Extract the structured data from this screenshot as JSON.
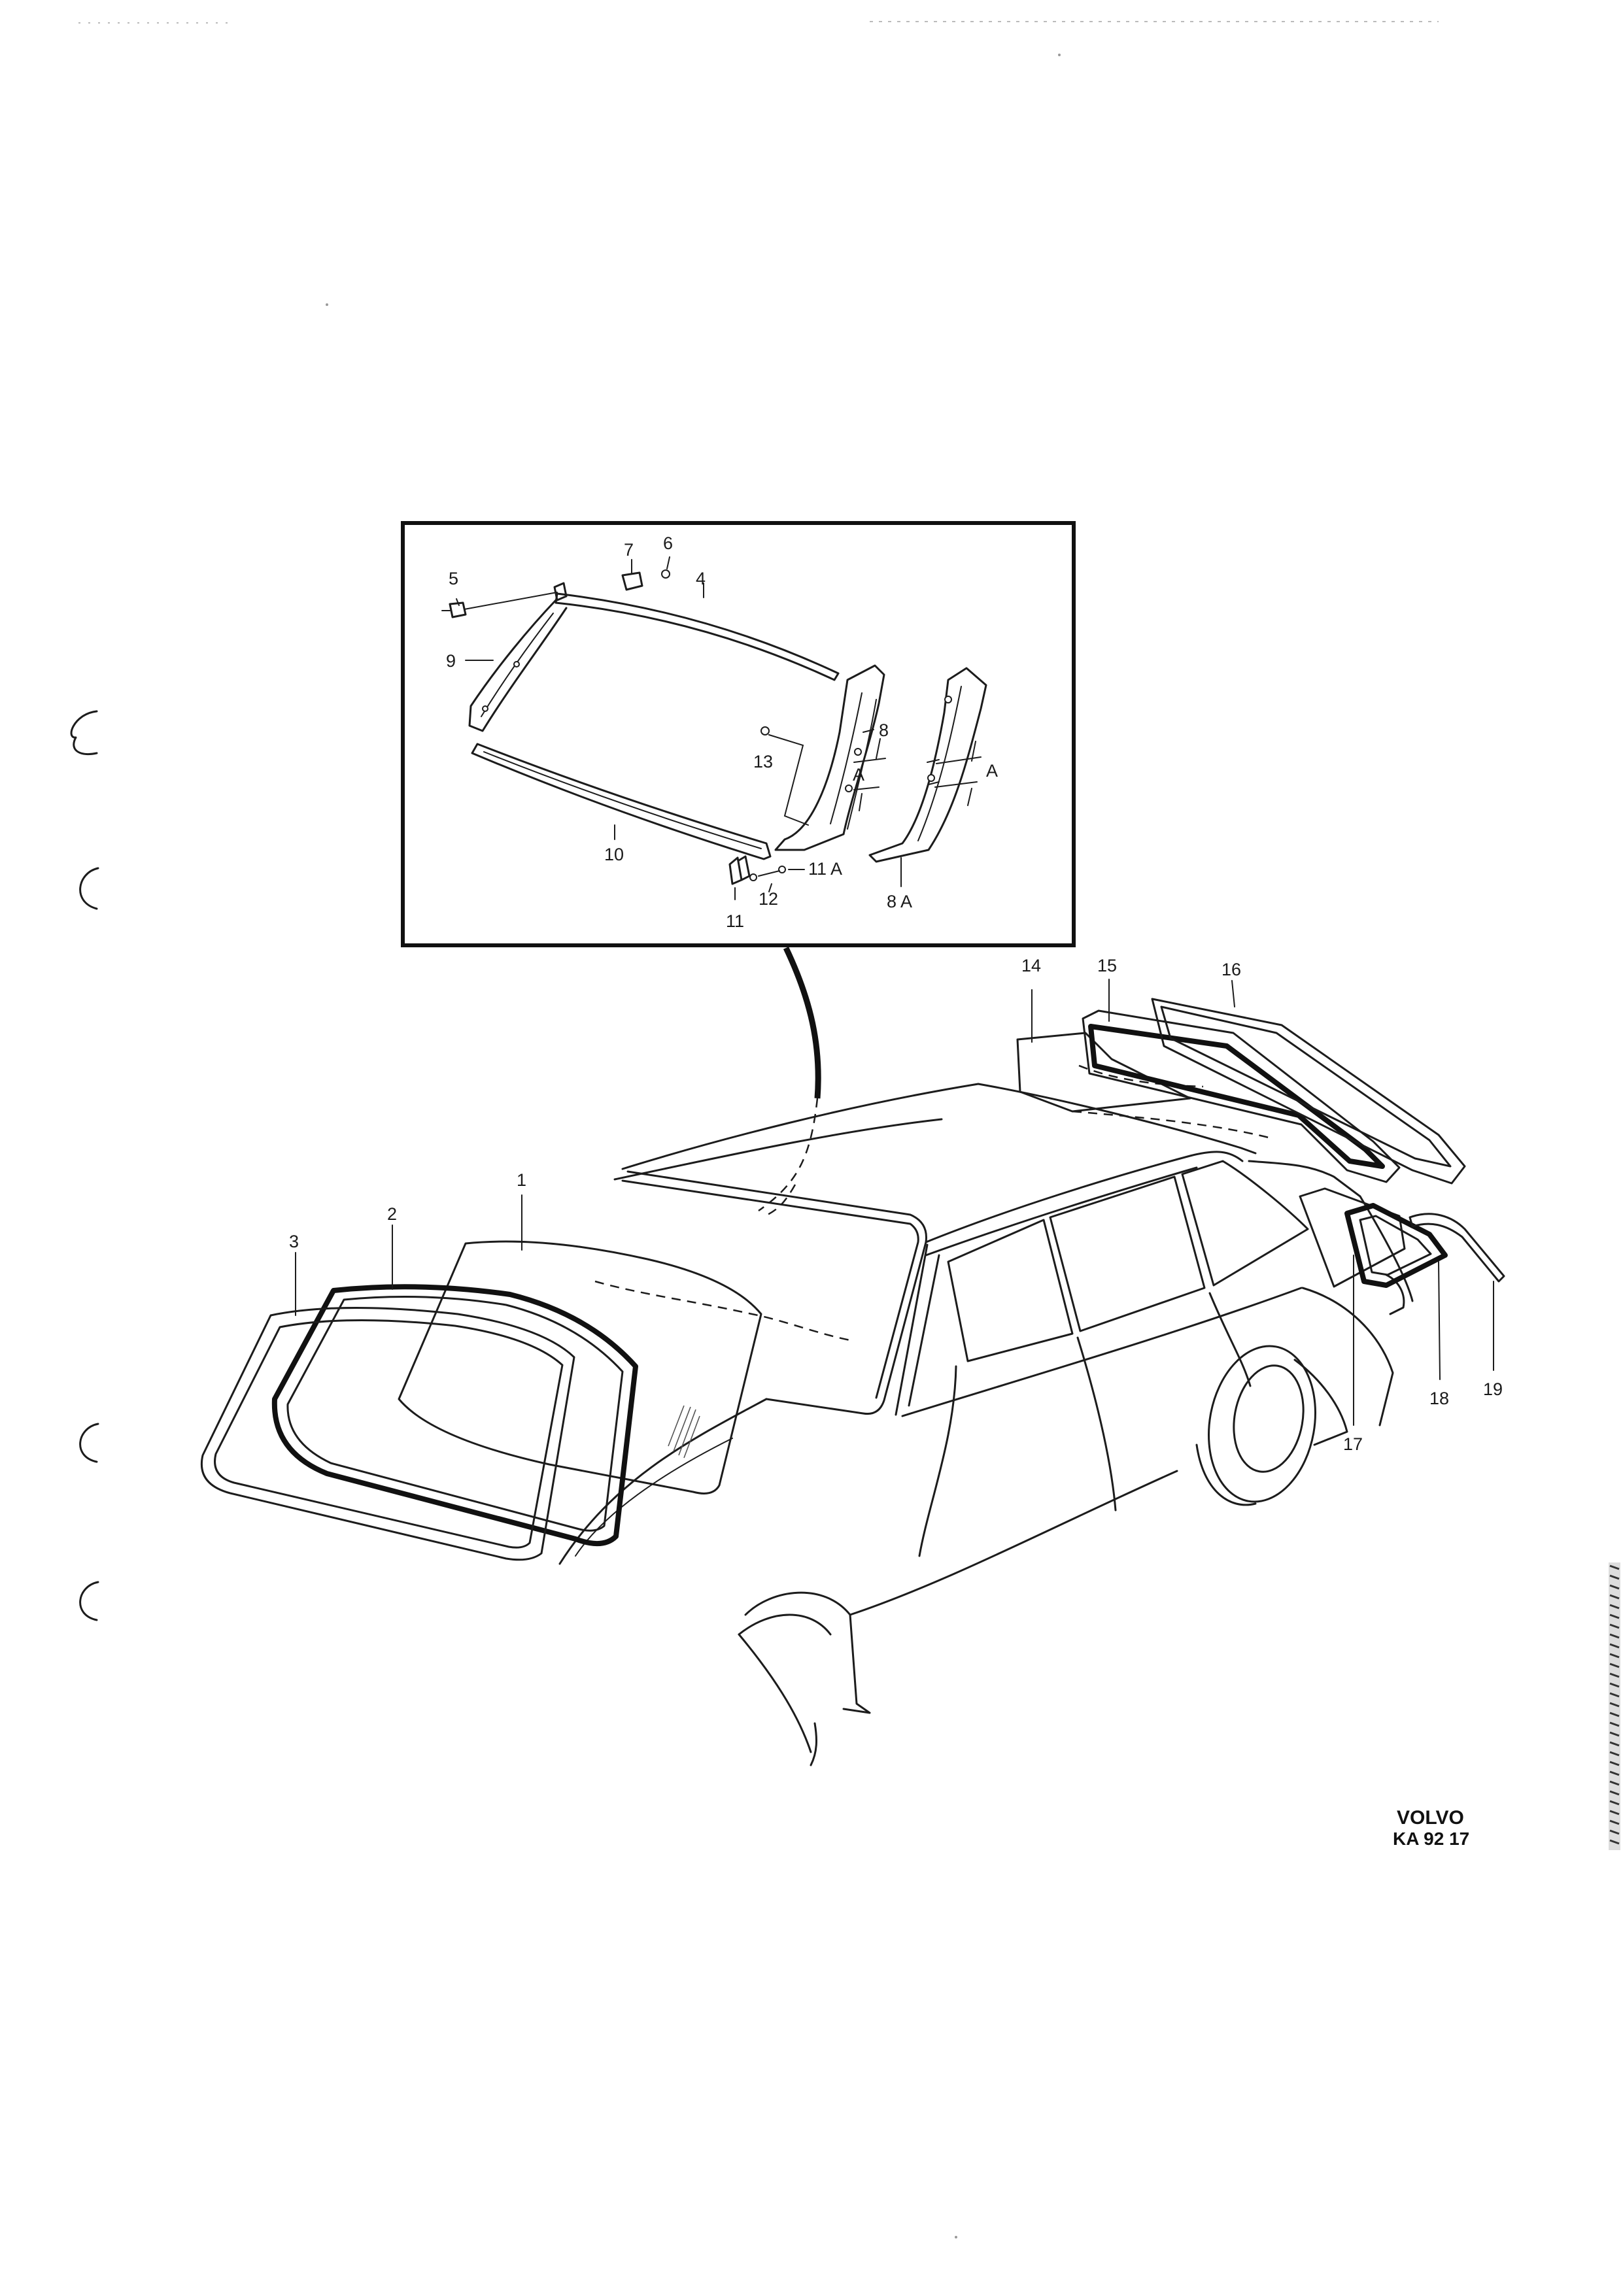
{
  "diagram": {
    "callouts": {
      "c1": "1",
      "c2": "2",
      "c3": "3",
      "c4": "4",
      "c5": "5",
      "c6": "6",
      "c7": "7",
      "c8": "8",
      "c8a": "8 A",
      "c9": "9",
      "c10": "10",
      "c11": "11",
      "c11a": "11 A",
      "c12": "12",
      "c13": "13",
      "c14": "14",
      "c15": "15",
      "c16": "16",
      "c17": "17",
      "c18": "18",
      "c19": "19",
      "sectionA1": "A",
      "sectionA2": "A"
    },
    "brand": {
      "name": "VOLVO",
      "code": "KA 92 17"
    }
  }
}
